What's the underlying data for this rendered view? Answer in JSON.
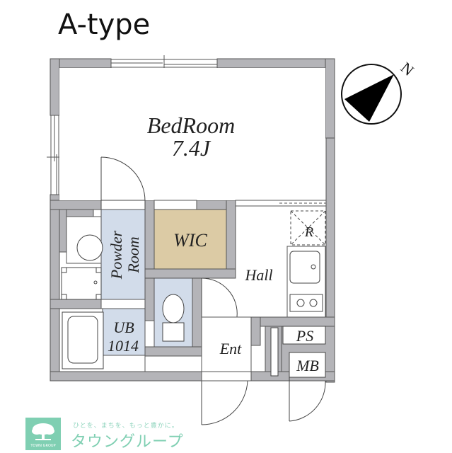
{
  "plan": {
    "title": "A-type",
    "compass": {
      "label": "N"
    },
    "rooms": {
      "bedroom": {
        "name": "BedRoom",
        "size": "7.4J"
      },
      "wic": {
        "name": "WIC"
      },
      "powder_room": {
        "line1": "Powder",
        "line2": "Room"
      },
      "unit_bath": {
        "line1": "UB",
        "line2": "1014"
      },
      "hall": {
        "name": "Hall"
      },
      "entrance": {
        "name": "Ent"
      },
      "refrigerator": {
        "name": "R"
      },
      "pipe_space": {
        "name": "PS"
      },
      "meter_box": {
        "name": "MB"
      }
    },
    "colors": {
      "wall": "#b4b4b8",
      "wet_area": "#d2dcea",
      "wic_fill": "#dccba5",
      "line": "#444444"
    }
  },
  "footer": {
    "logo_text": "TOWN GROUP",
    "slogan": "ひとを、まちを、もっと豊かに。",
    "brand": "タウングループ",
    "brand_color": "#7fcfb2"
  }
}
